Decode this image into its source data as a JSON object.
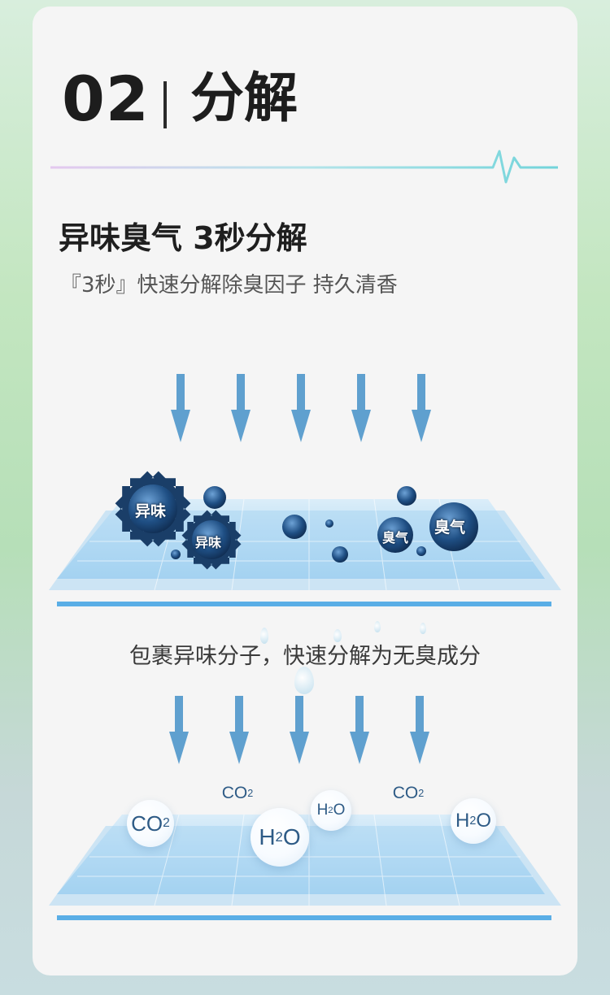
{
  "section": {
    "number": "02",
    "title": "分解"
  },
  "headline": "异味臭气  3秒分解",
  "subtitle": "『3秒』快速分解除臭因子 持久清香",
  "top_germs": {
    "labels": [
      "异味",
      "异味",
      "臭气",
      "臭气"
    ]
  },
  "middle_caption": "包裹异味分子，快速分解为无臭成分",
  "molecules": [
    {
      "base": "CO",
      "sub": "2"
    },
    {
      "base": "CO",
      "sub": "2"
    },
    {
      "base": "H",
      "sub": "2",
      "tail": "O"
    },
    {
      "base": "H",
      "sub": "2",
      "tail": "O"
    },
    {
      "base": "CO",
      "sub": "2"
    },
    {
      "base": "H",
      "sub": "2",
      "tail": "O"
    }
  ],
  "colors": {
    "arrow": "#5fa0cf",
    "filter": "#8ec8ee",
    "germ": "#1c4a7a",
    "accent_line": "#7fd6dc"
  }
}
